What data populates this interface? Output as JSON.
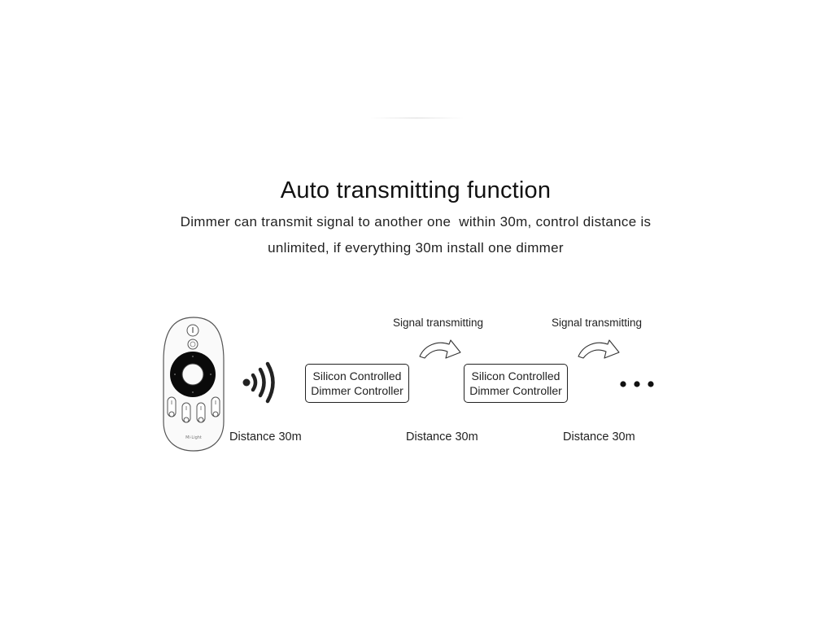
{
  "title": "Auto transmitting function",
  "subtitle": {
    "line1": "Dimmer can transmit signal to another one  within 30m, control distance is",
    "line2": "unlimited, if everything 30m install one dimmer"
  },
  "diagram": {
    "remote": {
      "icon": "remote-control-icon",
      "brand": "Mi·Light"
    },
    "signal_icon": "wireless-signal-icon",
    "controllers": [
      {
        "line1": "Silicon Controlled",
        "line2": "Dimmer Controller"
      },
      {
        "line1": "Silicon Controlled",
        "line2": "Dimmer Controller"
      }
    ],
    "signal_labels": [
      "Signal transmitting",
      "Signal transmitting"
    ],
    "arrow_icon": "curved-arrow-icon",
    "distances": [
      "Distance 30m",
      "Distance 30m",
      "Distance 30m"
    ],
    "continuation_icon": "ellipsis-icon"
  }
}
